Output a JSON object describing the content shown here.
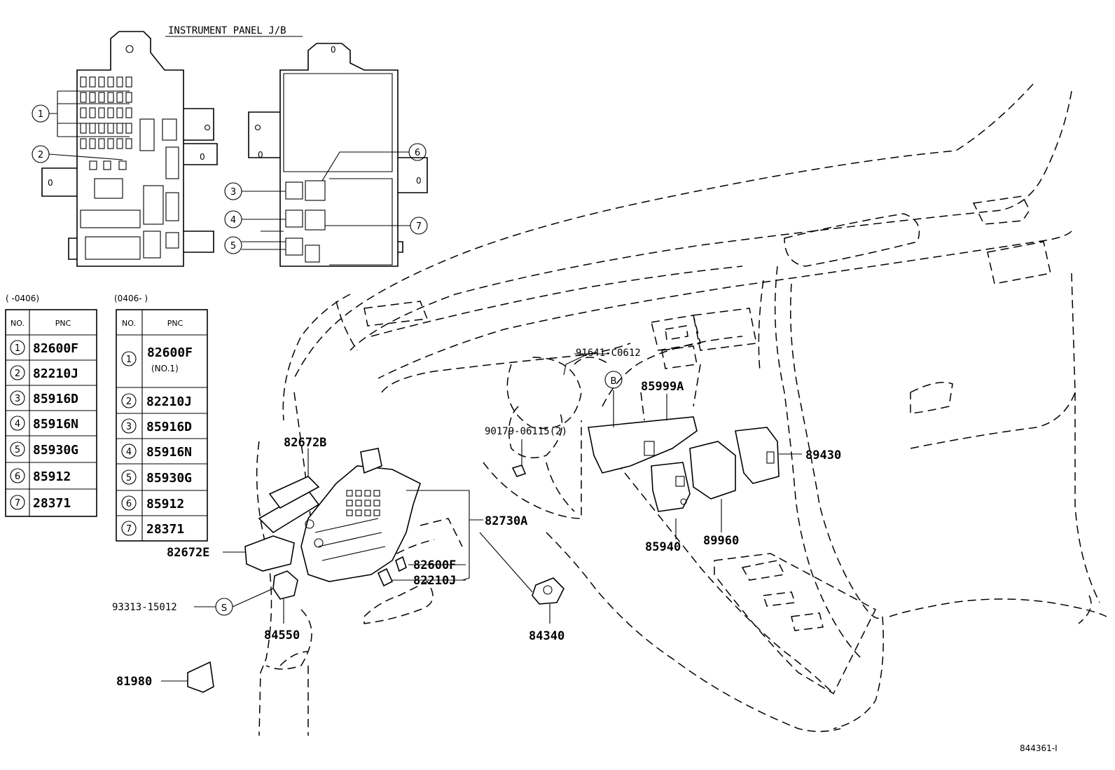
{
  "junction_block": {
    "title": "INSTRUMENT PANEL J/B",
    "callouts": [
      "1",
      "2",
      "3",
      "4",
      "5",
      "6",
      "7"
    ]
  },
  "table_early": {
    "range": "(      -0406)",
    "header_no": "NO.",
    "header_pnc": "PNC",
    "rows": [
      {
        "no": "1",
        "pnc": "82600F"
      },
      {
        "no": "2",
        "pnc": "82210J"
      },
      {
        "no": "3",
        "pnc": "85916D"
      },
      {
        "no": "4",
        "pnc": "85916N"
      },
      {
        "no": "5",
        "pnc": "85930G"
      },
      {
        "no": "6",
        "pnc": "85912"
      },
      {
        "no": "7",
        "pnc": "28371"
      }
    ]
  },
  "table_late": {
    "range": "(0406-      )",
    "header_no": "NO.",
    "header_pnc": "PNC",
    "rows": [
      {
        "no": "1",
        "pnc": "82600F",
        "note": "(NO.1)"
      },
      {
        "no": "2",
        "pnc": "82210J"
      },
      {
        "no": "3",
        "pnc": "85916D"
      },
      {
        "no": "4",
        "pnc": "85916N"
      },
      {
        "no": "5",
        "pnc": "85930G"
      },
      {
        "no": "6",
        "pnc": "85912"
      },
      {
        "no": "7",
        "pnc": "28371"
      }
    ]
  },
  "part_labels": {
    "p91641": "91641-C0612",
    "pB": "B",
    "p85999A": "85999A",
    "p90179": "90179-06115(2)",
    "p82672B": "82672B",
    "p89430": "89430",
    "p82730A": "82730A",
    "p82672E": "82672E",
    "p82600F": "82600F",
    "p82210J": "82210J",
    "p85940": "85940",
    "p89960": "89960",
    "p93313": "93313-15012",
    "pS": "S",
    "p84550": "84550",
    "p84340": "84340",
    "p81980": "81980"
  },
  "figure_id": "844361-I"
}
